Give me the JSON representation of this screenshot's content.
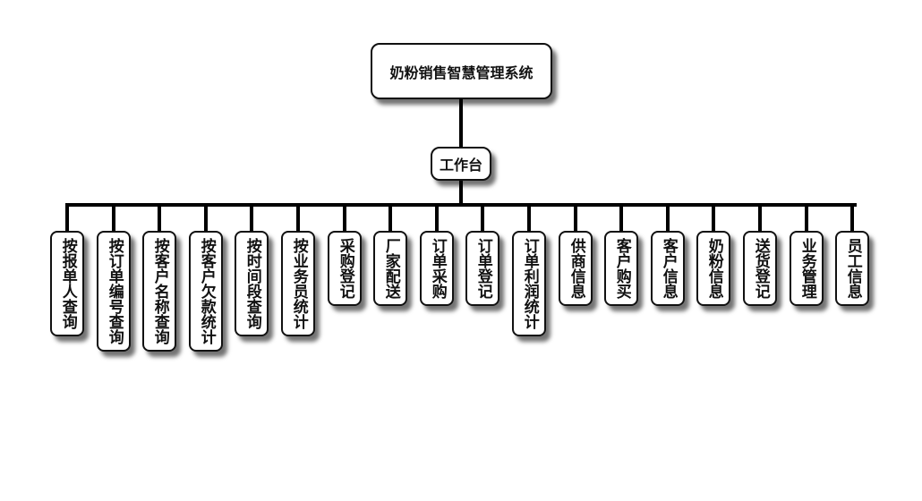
{
  "diagram": {
    "type": "org-chart",
    "root": {
      "label": "奶粉销售智慧管理系统"
    },
    "mid": {
      "label": "工作台"
    },
    "leaves": [
      {
        "label": "按报单人查询"
      },
      {
        "label": "按订单编号查询"
      },
      {
        "label": "按客户名称查询"
      },
      {
        "label": "按客户欠款统计"
      },
      {
        "label": "按时间段查询"
      },
      {
        "label": "按业务员统计"
      },
      {
        "label": "采购登记"
      },
      {
        "label": "厂家配送"
      },
      {
        "label": "订单采购"
      },
      {
        "label": "订单登记"
      },
      {
        "label": "订单利润统计"
      },
      {
        "label": "供商信息"
      },
      {
        "label": "客户购买"
      },
      {
        "label": "客户信息"
      },
      {
        "label": "奶粉信息"
      },
      {
        "label": "送货登记"
      },
      {
        "label": "业务管理"
      },
      {
        "label": "员工信息"
      }
    ],
    "colors": {
      "line": "#000000",
      "node_border": "#111111",
      "node_fill": "#ffffff",
      "text": "#111111"
    }
  }
}
